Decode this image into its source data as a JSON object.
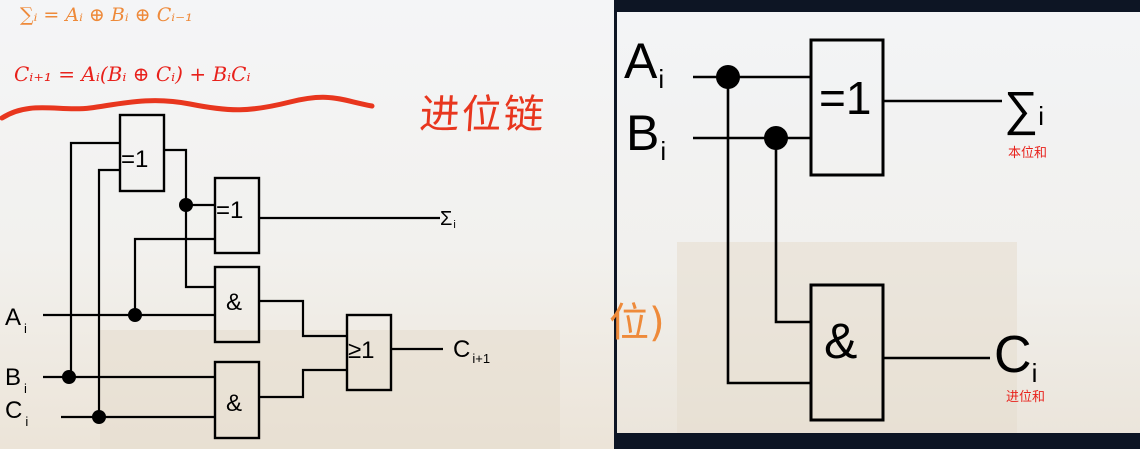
{
  "equations": {
    "sum": "∑ᵢ = Aᵢ ⊕ Bᵢ ⊕ Cᵢ₋₁",
    "carry": "Cᵢ₊₁ = Aᵢ(Bᵢ ⊕ Cᵢ) + BᵢCᵢ"
  },
  "annotation_handwritten": "进位链",
  "full_adder": {
    "inputs": [
      {
        "main": "A",
        "sub": "i"
      },
      {
        "main": "B",
        "sub": "i"
      },
      {
        "main": "C",
        "sub": "i"
      }
    ],
    "gates": {
      "xor1": "=1",
      "xor2": "=1",
      "and1": "&",
      "and2": "&",
      "or": "≥1"
    },
    "outputs": {
      "sum": {
        "main": "Σ",
        "sub": "i"
      },
      "carry": {
        "main": "C",
        "sub": "i+1"
      }
    }
  },
  "half_adder": {
    "partial_text": "位)",
    "inputs": [
      {
        "main": "A",
        "sub": "i"
      },
      {
        "main": "B",
        "sub": "i"
      }
    ],
    "gates": {
      "xor": "=1",
      "and": "&"
    },
    "outputs": {
      "sum": {
        "main": "∑",
        "sub": "i",
        "caption": "本位和"
      },
      "carry": {
        "main": "C",
        "sub": "i",
        "caption": "进位和"
      }
    }
  },
  "colors": {
    "orange": "#ee8a3a",
    "red": "#e8211b",
    "wire": "#000000",
    "frame": "#0d1524"
  }
}
